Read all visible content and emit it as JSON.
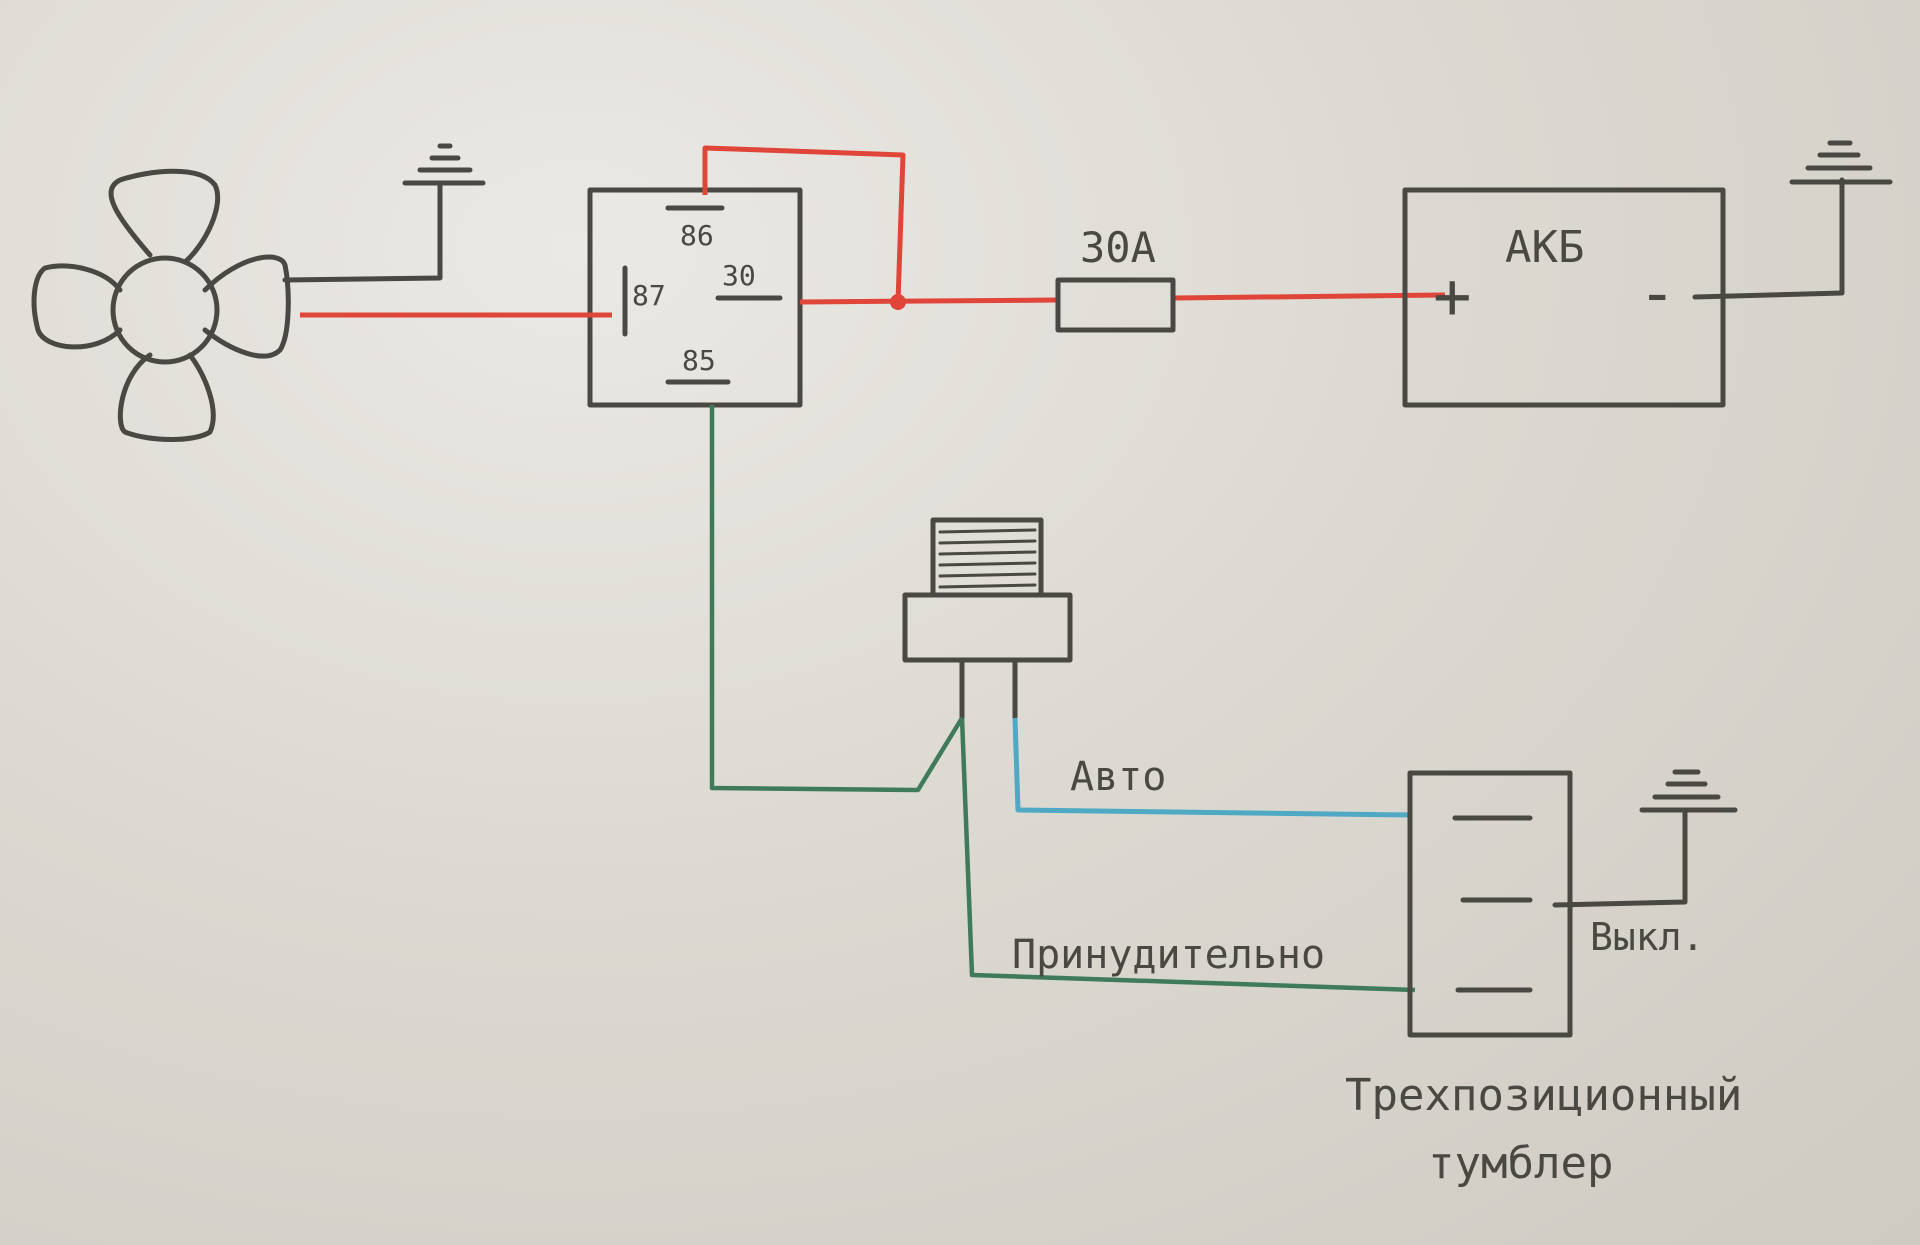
{
  "relay": {
    "pin_86": "86",
    "pin_87": "87",
    "pin_30": "30",
    "pin_85": "85"
  },
  "fuse": {
    "rating": "30A"
  },
  "battery": {
    "label": "АКБ",
    "plus": "+",
    "minus": "-"
  },
  "toggle": {
    "pos_auto": "Авто",
    "pos_off": "Выкл.",
    "pos_forced": "Принудительно",
    "caption_line1": "Трехпозиционный",
    "caption_line2": "тумблер"
  },
  "colors": {
    "paper": "#d9d6cf",
    "ink": "#4a4843",
    "power_wire": "#e0453a",
    "control_wire": "#3f7a5a",
    "auto_wire": "#4fa8c4"
  }
}
